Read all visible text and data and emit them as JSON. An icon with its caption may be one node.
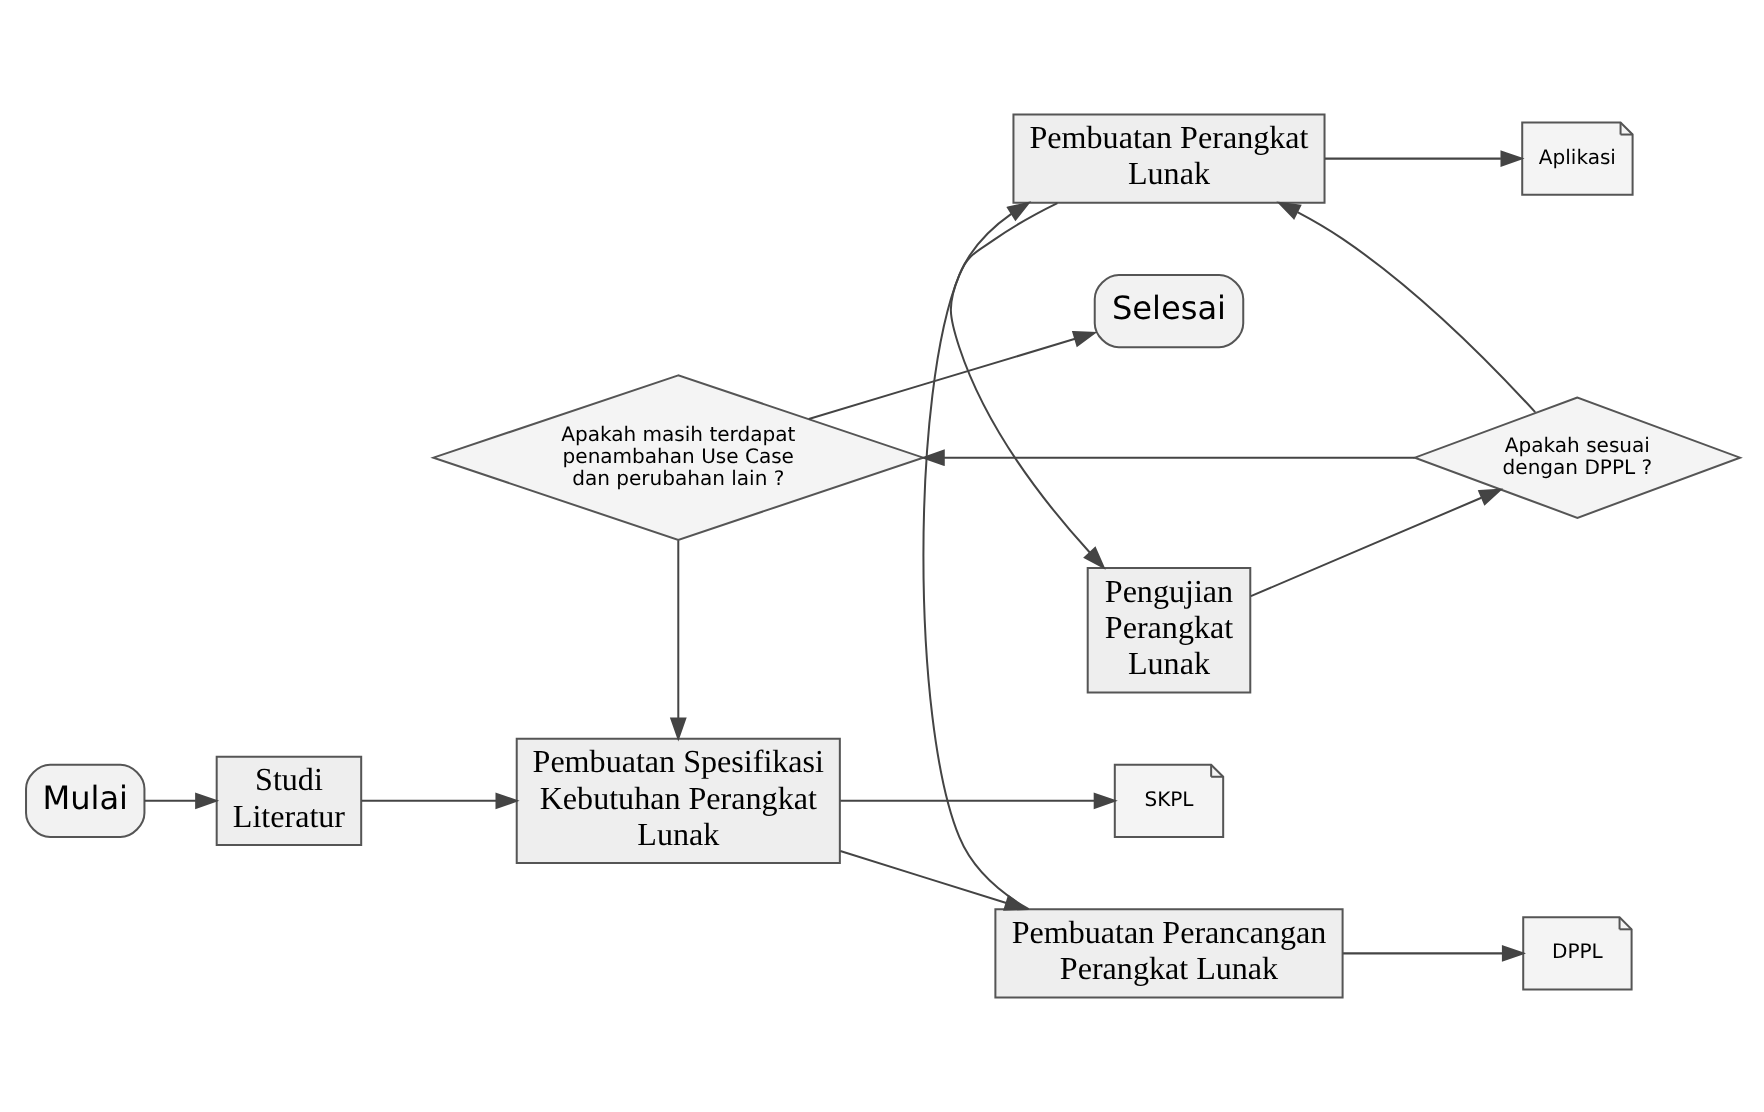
{
  "diagram": {
    "nodes": [
      {
        "text": [
          "Mulai"
        ]
      },
      {
        "text": [
          "Studi Literatur"
        ]
      },
      {
        "text": [
          "Pembuatan Spesifikasi Kebutuhan Perangkat Lunak"
        ]
      },
      {
        "text": [
          "SKPL"
        ]
      },
      {
        "text": [
          "Pembuatan Perancangan Perangkat Lunak"
        ]
      },
      {
        "text": [
          "DPPL"
        ]
      },
      {
        "text": [
          "Pembuatan Perangkat Lunak"
        ]
      },
      {
        "text": [
          "Aplikasi"
        ]
      },
      {
        "text": [
          "Pengujian Perangkat Lunak"
        ]
      },
      {
        "text": [
          "Apakah sesuai dengan DPPL ?"
        ]
      },
      {
        "text": [
          "Apakah masih terdapat penambahan Use Case dan perubahan lain ?"
        ]
      },
      {
        "text": [
          "Selesai"
        ]
      }
    ],
    "edges": [
      {
        "from": 0,
        "to": 1,
        "arrow": "to"
      },
      {
        "from": 1,
        "to": 2,
        "arrow": "to"
      },
      {
        "from": 2,
        "to": 3,
        "arrow": "to"
      },
      {
        "from": 2,
        "to": 4,
        "arrow": "to"
      },
      {
        "from": 4,
        "to": 5,
        "arrow": "to"
      },
      {
        "from": 4,
        "to": 6,
        "arrow": "to"
      },
      {
        "from": 6,
        "to": 7,
        "arrow": "to"
      },
      {
        "from": 6,
        "to": 8,
        "arrow": "to"
      },
      {
        "from": 8,
        "to": 9,
        "arrow": "to"
      },
      {
        "from": 9,
        "to": 10,
        "arrow": "to"
      },
      {
        "from": 9,
        "to": 6,
        "arrow": "to"
      },
      {
        "from": 10,
        "to": 2,
        "arrow": "to"
      },
      {
        "from": 10,
        "to": 11,
        "arrow": "to"
      }
    ]
  }
}
